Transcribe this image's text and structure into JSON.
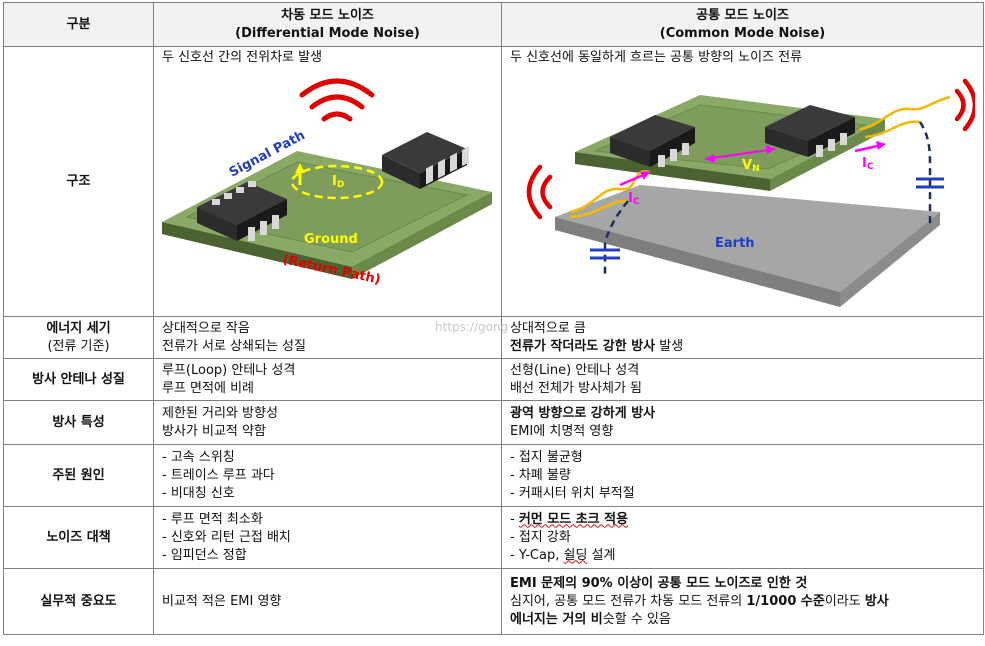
{
  "header": {
    "col0": "구분",
    "col1_line1": "차동 모드 노이즈",
    "col1_line2": "(Differential Mode Noise)",
    "col2_line1": "공통 모드 노이즈",
    "col2_line2": "(Common Mode Noise)"
  },
  "rows": {
    "structure": {
      "label": "구조",
      "dm_text": "두 신호선 간의 전위차로 발생",
      "cm_text": "두 신호선에 동일하게 흐르는 공통 방향의 노이즈 전류",
      "dm_fig": {
        "signal_path": "Signal Path",
        "id": "I",
        "id_sub": "D",
        "ground": "Ground",
        "return_path": "(Return Path)"
      },
      "cm_fig": {
        "vn": "V",
        "vn_sub": "N",
        "ic": "I",
        "ic_sub": "C",
        "earth": "Earth"
      }
    },
    "energy": {
      "label": "에너지 세기",
      "label_sub": "(전류 기준)",
      "dm": [
        "상대적으로 작음",
        "전류가 서로 상쇄되는 성질"
      ],
      "cm_line1": "상대적으로 큼",
      "cm_line2_bold": "전류가 작더라도 강한 방사",
      "cm_line2_rest": " 발생"
    },
    "antenna": {
      "label": "방사 안테나 성질",
      "dm": [
        "루프(Loop) 안테나 성격",
        "루프 면적에 비례"
      ],
      "cm": [
        "선형(Line) 안테나 성격",
        "배선 전체가 방사체가 됨"
      ]
    },
    "radiation": {
      "label": "방사 특성",
      "dm": [
        "제한된 거리와 방향성",
        "방사가 비교적 약함"
      ],
      "cm_bold": "광역 방향으로 강하게 방사",
      "cm_line2": "EMI에 치명적 영향"
    },
    "cause": {
      "label": "주된 원인",
      "dm": [
        "- 고속 스위칭",
        "- 트레이스 루프 과다",
        "- 비대칭 신호"
      ],
      "cm": [
        "- 접지 불균형",
        "- 차폐 불량",
        "- 커패시터 위치 부적절"
      ]
    },
    "countermeasure": {
      "label": "노이즈 대책",
      "dm": [
        "- 루프 면적 최소화",
        "- 신호와 리턴 근접 배치",
        "- 임피던스 정합"
      ],
      "cm_line1_prefix": "- ",
      "cm_line1_bold": "커먼 모드 초크 적용",
      "cm_line2": "- 접지 강화",
      "cm_line3_prefix": "- Y-Cap, ",
      "cm_line3_wavy": "쉴딩",
      "cm_line3_rest": " 설계"
    },
    "importance": {
      "label": "실무적 중요도",
      "dm": "비교적 적은 EMI 영향",
      "cm_line1_bold": "EMI 문제의 90% 이상이 공통 모드 노이즈로 인한 것",
      "cm_line2_a": "심지어, 공통 모드 전류가 차동 모드 전류의 ",
      "cm_line2_b": "1/1000 수준",
      "cm_line2_c": "이라도 ",
      "cm_line2_d": "방사",
      "cm_line3_a": "에너지는 거의 비",
      "cm_line3_b": "슷할 수 있음"
    }
  },
  "watermark": "https://gong",
  "colors": {
    "pcb": "#8aa866",
    "pcb_edge": "#5d7a3e",
    "chip": "#2b2b2b",
    "pin": "#d9d9d9",
    "earth": "#a6a6a6",
    "wave": "#e00000",
    "signal": "#1f3fbf",
    "return": "#e00000",
    "ground": "#ffff00",
    "ic_arrow": "#ff00ff",
    "wire": "#f5b800",
    "cap": "#1f3fbf"
  }
}
